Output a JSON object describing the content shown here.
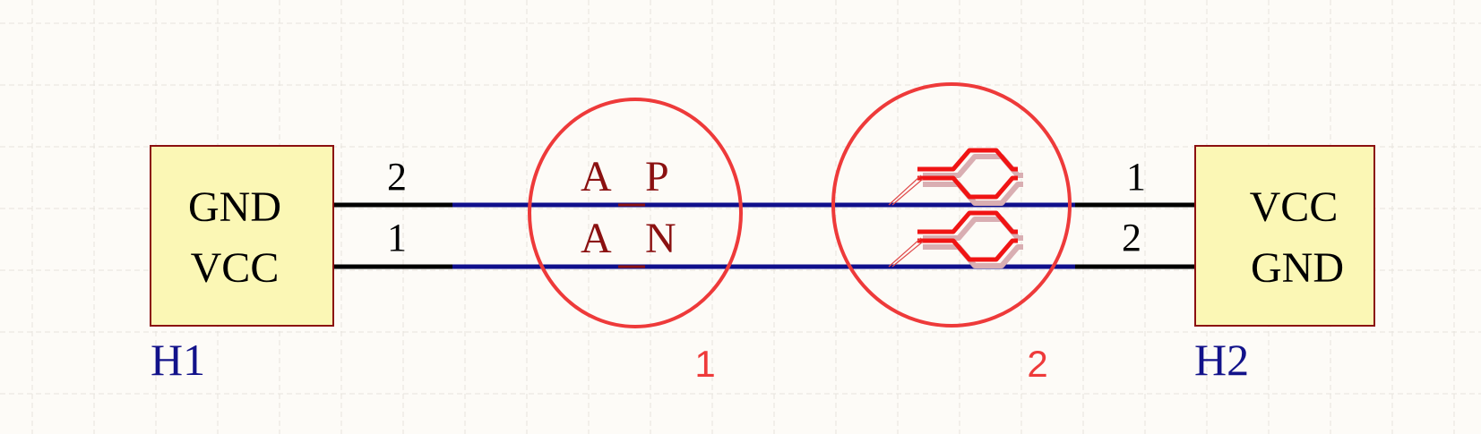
{
  "components": {
    "h1": {
      "designator": "H1",
      "pins": [
        {
          "number": "2",
          "name": "GND"
        },
        {
          "number": "1",
          "name": "VCC"
        }
      ]
    },
    "h2": {
      "designator": "H2",
      "pins": [
        {
          "number": "1",
          "name": "VCC"
        },
        {
          "number": "2",
          "name": "GND"
        }
      ]
    }
  },
  "diff_pair_directive": {
    "labels": [
      {
        "letter": "A",
        "suffix": "P"
      },
      {
        "letter": "A",
        "suffix": "N"
      }
    ]
  },
  "markers": [
    {
      "label": "1"
    },
    {
      "label": "2"
    }
  ],
  "colors": {
    "background": "#fdfbf7",
    "component_fill": "#fbf7b5",
    "component_border": "#8b1010",
    "net_wire": "#0f0f8c",
    "pin_wire": "#000000",
    "marker": "#ee3a3a",
    "designator": "#12128a",
    "diff_pair_label": "#8b1111"
  }
}
